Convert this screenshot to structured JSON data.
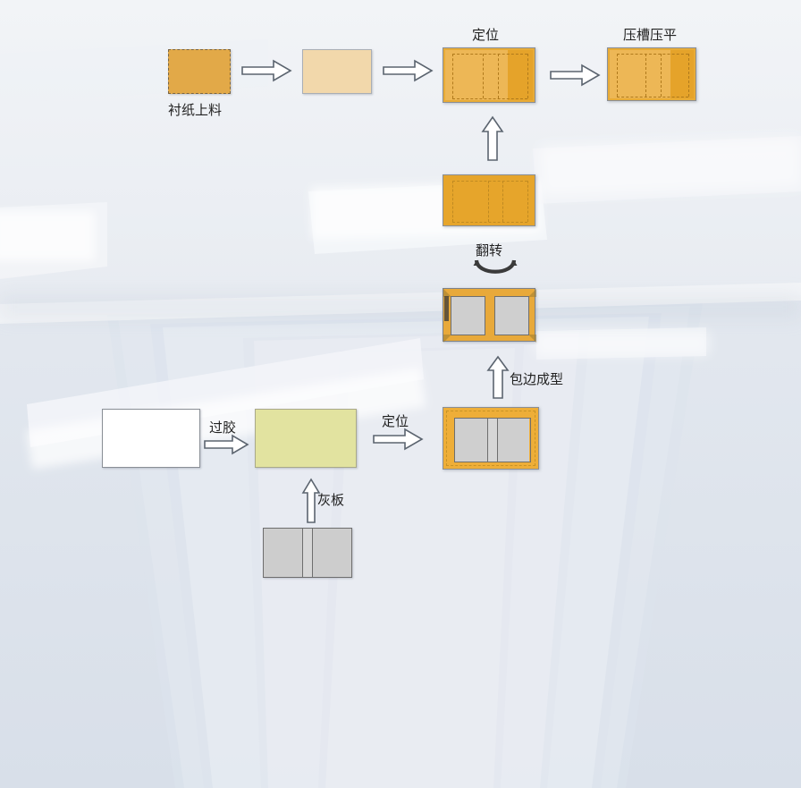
{
  "diagram": {
    "title_hidden": "",
    "type": "process-flow",
    "colors": {
      "orange_dark": "#e6a52b",
      "orange_mid": "#eeb24a",
      "orange_light": "#eebb63",
      "kraft": "#e2a948",
      "cream": "#f2d8ab",
      "greyboard": "#cfcfcf",
      "greenpaper": "#e2e3a0",
      "white": "#ffffff",
      "stroke": "#6e6e6e",
      "arrow_stroke": "#555f6b"
    },
    "labels": {
      "liner_feed": "衬纸上料",
      "position_top": "定位",
      "groove_press": "压槽压平",
      "flip": "翻转",
      "edge_forming": "包边成型",
      "position_bottom": "定位",
      "glue": "过胶",
      "grey_board": "灰板"
    },
    "nodes": [
      {
        "id": "kraft-sheet",
        "label": "衬纸上料",
        "fill": "#e2a948",
        "kind": "sheet"
      },
      {
        "id": "cream-sheet",
        "label": "",
        "fill": "#f2d8ab",
        "kind": "sheet"
      },
      {
        "id": "positioned-top",
        "label": "定位",
        "fill": "#eeb24a",
        "kind": "creased"
      },
      {
        "id": "pressed",
        "label": "压槽压平",
        "fill": "#eeb24a",
        "kind": "creased"
      },
      {
        "id": "flipped-orange",
        "label": "",
        "fill": "#e6a52b",
        "kind": "solid-creased"
      },
      {
        "id": "wrapped-board",
        "label": "",
        "fill": "#e6a52b",
        "kind": "framed-grey"
      },
      {
        "id": "positioned-board",
        "label": "",
        "fill": "#e6a52b",
        "kind": "framed-grey-thick"
      },
      {
        "id": "white-paper",
        "label": "",
        "fill": "#ffffff",
        "kind": "sheet"
      },
      {
        "id": "glued-paper",
        "label": "",
        "fill": "#e2e3a0",
        "kind": "sheet"
      },
      {
        "id": "grey-board",
        "label": "灰板",
        "fill": "#cfcfcf",
        "kind": "grey-panels"
      }
    ],
    "edges": [
      {
        "from": "kraft-sheet",
        "to": "cream-sheet",
        "label": "",
        "dir": "right"
      },
      {
        "from": "cream-sheet",
        "to": "positioned-top",
        "label": "",
        "dir": "right"
      },
      {
        "from": "positioned-top",
        "to": "pressed",
        "label": "",
        "dir": "right"
      },
      {
        "from": "flipped-orange",
        "to": "positioned-top",
        "label": "",
        "dir": "up"
      },
      {
        "from": "wrapped-board",
        "to": "flipped-orange",
        "label": "翻转",
        "dir": "flip"
      },
      {
        "from": "positioned-board",
        "to": "wrapped-board",
        "label": "包边成型",
        "dir": "up"
      },
      {
        "from": "glued-paper",
        "to": "positioned-board",
        "label": "定位",
        "dir": "right"
      },
      {
        "from": "white-paper",
        "to": "glued-paper",
        "label": "过胶",
        "dir": "right"
      },
      {
        "from": "grey-board",
        "to": "glued-paper",
        "label": "灰板",
        "dir": "up"
      }
    ]
  }
}
